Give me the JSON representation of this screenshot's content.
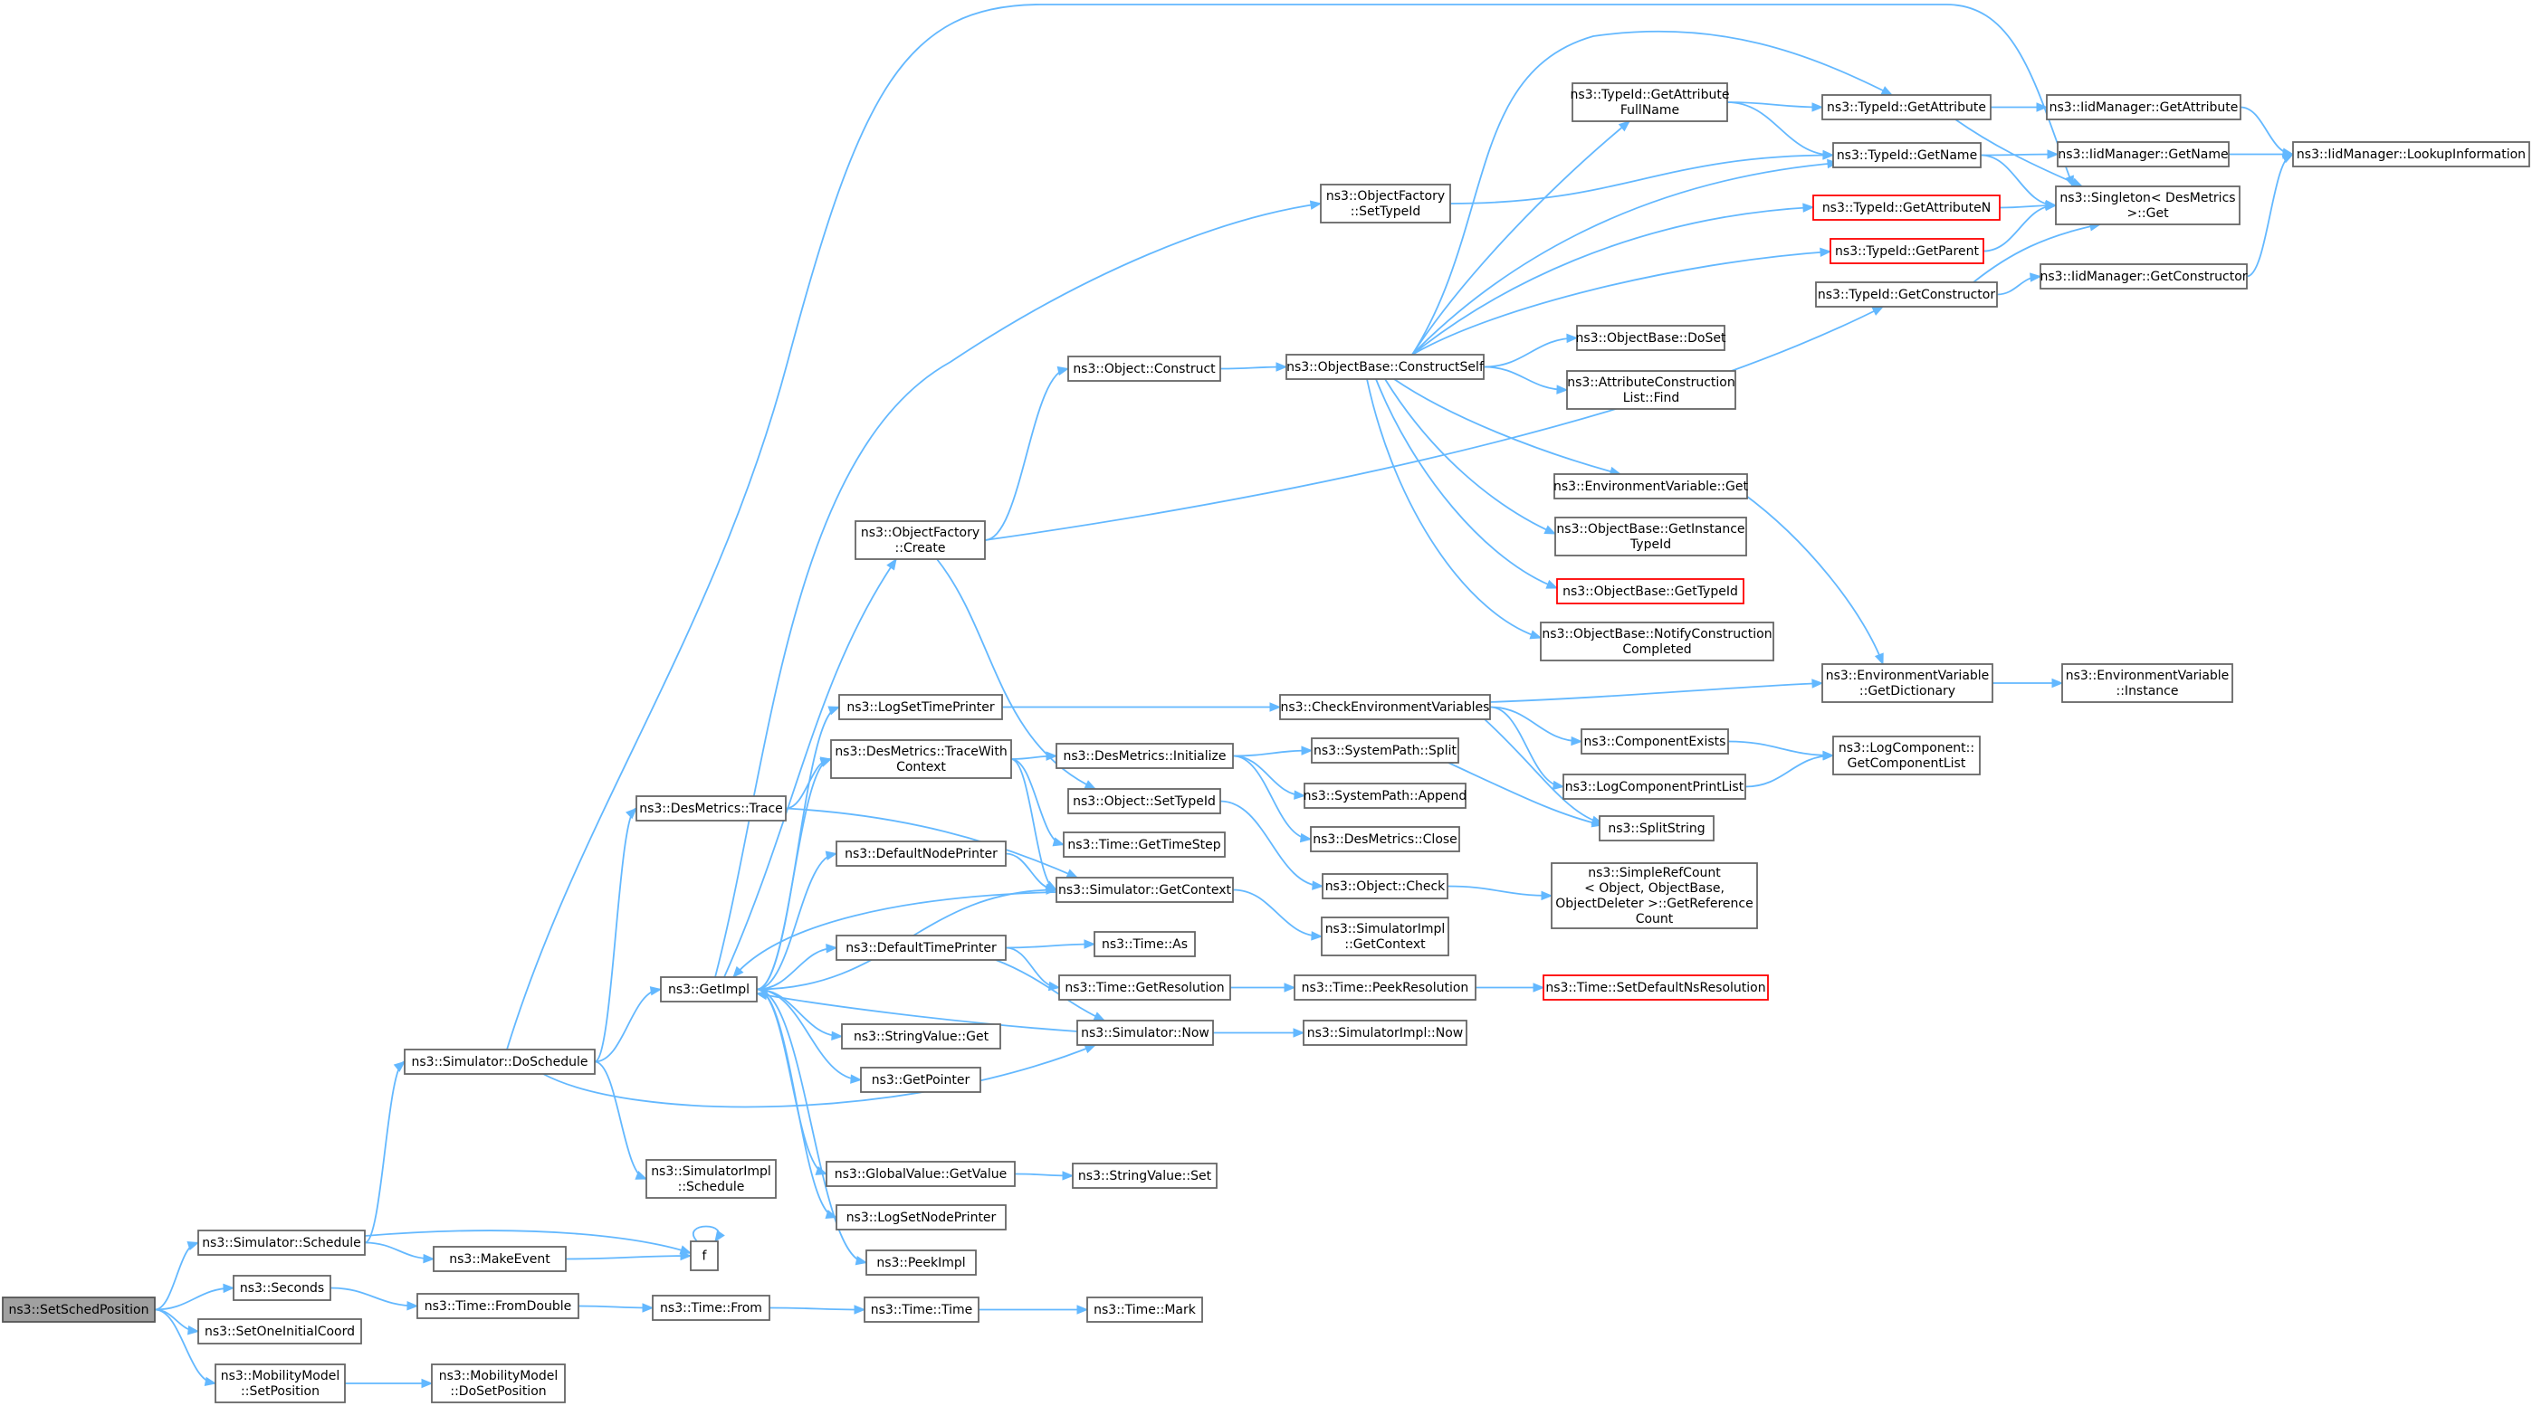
{
  "graph": {
    "nodes": [
      {
        "id": "root",
        "lines": [
          "ns3::SetSchedPosition"
        ],
        "style": "root"
      },
      {
        "id": "sim_schedule",
        "lines": [
          "ns3::Simulator::Schedule"
        ]
      },
      {
        "id": "seconds",
        "lines": [
          "ns3::Seconds"
        ]
      },
      {
        "id": "setoneinitialcoord",
        "lines": [
          "ns3::SetOneInitialCoord"
        ]
      },
      {
        "id": "mm_setposition",
        "lines": [
          "ns3::MobilityModel",
          "::SetPosition"
        ]
      },
      {
        "id": "sim_doschedule",
        "lines": [
          "ns3::Simulator::DoSchedule"
        ]
      },
      {
        "id": "makeevent",
        "lines": [
          "ns3::MakeEvent"
        ]
      },
      {
        "id": "f",
        "lines": [
          "f"
        ]
      },
      {
        "id": "time_fromdouble",
        "lines": [
          "ns3::Time::FromDouble"
        ]
      },
      {
        "id": "mm_dosetposition",
        "lines": [
          "ns3::MobilityModel",
          "::DoSetPosition"
        ]
      },
      {
        "id": "desmetrics_trace",
        "lines": [
          "ns3::DesMetrics::Trace"
        ]
      },
      {
        "id": "getimpl",
        "lines": [
          "ns3::GetImpl"
        ]
      },
      {
        "id": "simimpl_schedule",
        "lines": [
          "ns3::SimulatorImpl",
          "::Schedule"
        ]
      },
      {
        "id": "time_from",
        "lines": [
          "ns3::Time::From"
        ]
      },
      {
        "id": "objfactory_create",
        "lines": [
          "ns3::ObjectFactory",
          "::Create"
        ]
      },
      {
        "id": "logsettimeprinter",
        "lines": [
          "ns3::LogSetTimePrinter"
        ]
      },
      {
        "id": "desmetrics_tracewithcontext",
        "lines": [
          "ns3::DesMetrics::TraceWith",
          "Context"
        ]
      },
      {
        "id": "defaultnodeprinter",
        "lines": [
          "ns3::DefaultNodePrinter"
        ]
      },
      {
        "id": "defaulttimeprinter",
        "lines": [
          "ns3::DefaultTimePrinter"
        ]
      },
      {
        "id": "stringvalue_get",
        "lines": [
          "ns3::StringValue::Get"
        ]
      },
      {
        "id": "getpointer",
        "lines": [
          "ns3::GetPointer"
        ]
      },
      {
        "id": "globalvalue_getvalue",
        "lines": [
          "ns3::GlobalValue::GetValue"
        ]
      },
      {
        "id": "logsetnodeprinter",
        "lines": [
          "ns3::LogSetNodePrinter"
        ]
      },
      {
        "id": "peekimpl",
        "lines": [
          "ns3::PeekImpl"
        ]
      },
      {
        "id": "time_time",
        "lines": [
          "ns3::Time::Time"
        ]
      },
      {
        "id": "objfactory_settypeid",
        "lines": [
          "ns3::ObjectFactory",
          "::SetTypeId"
        ]
      },
      {
        "id": "object_construct",
        "lines": [
          "ns3::Object::Construct"
        ]
      },
      {
        "id": "desmetrics_initialize",
        "lines": [
          "ns3::DesMetrics::Initialize"
        ]
      },
      {
        "id": "object_settypeid",
        "lines": [
          "ns3::Object::SetTypeId"
        ]
      },
      {
        "id": "time_gettimestep",
        "lines": [
          "ns3::Time::GetTimeStep"
        ]
      },
      {
        "id": "sim_getcontext",
        "lines": [
          "ns3::Simulator::GetContext"
        ]
      },
      {
        "id": "time_as",
        "lines": [
          "ns3::Time::As"
        ]
      },
      {
        "id": "time_getresolution",
        "lines": [
          "ns3::Time::GetResolution"
        ]
      },
      {
        "id": "sim_now",
        "lines": [
          "ns3::Simulator::Now"
        ]
      },
      {
        "id": "stringvalue_set",
        "lines": [
          "ns3::StringValue::Set"
        ]
      },
      {
        "id": "time_mark",
        "lines": [
          "ns3::Time::Mark"
        ]
      },
      {
        "id": "objectbase_constructself",
        "lines": [
          "ns3::ObjectBase::ConstructSelf"
        ]
      },
      {
        "id": "checkenvvars",
        "lines": [
          "ns3::CheckEnvironmentVariables"
        ]
      },
      {
        "id": "systempath_split",
        "lines": [
          "ns3::SystemPath::Split"
        ]
      },
      {
        "id": "systempath_append",
        "lines": [
          "ns3::SystemPath::Append"
        ]
      },
      {
        "id": "desmetrics_close",
        "lines": [
          "ns3::DesMetrics::Close"
        ]
      },
      {
        "id": "object_check",
        "lines": [
          "ns3::Object::Check"
        ]
      },
      {
        "id": "simimpl_getcontext",
        "lines": [
          "ns3::SimulatorImpl",
          "::GetContext"
        ]
      },
      {
        "id": "time_peekresolution",
        "lines": [
          "ns3::Time::PeekResolution"
        ]
      },
      {
        "id": "simimpl_now",
        "lines": [
          "ns3::SimulatorImpl::Now"
        ]
      },
      {
        "id": "typeid_getattributefullname",
        "lines": [
          "ns3::TypeId::GetAttribute",
          "FullName"
        ]
      },
      {
        "id": "objectbase_doset",
        "lines": [
          "ns3::ObjectBase::DoSet"
        ]
      },
      {
        "id": "attrconstructionlist_find",
        "lines": [
          "ns3::AttributeConstruction",
          "List::Find"
        ]
      },
      {
        "id": "envvar_get",
        "lines": [
          "ns3::EnvironmentVariable::Get"
        ]
      },
      {
        "id": "objectbase_getinstancetypeid",
        "lines": [
          "ns3::ObjectBase::GetInstance",
          "TypeId"
        ]
      },
      {
        "id": "objectbase_gettypeid",
        "lines": [
          "ns3::ObjectBase::GetTypeId"
        ],
        "style": "red"
      },
      {
        "id": "objectbase_notifyconstructioncompleted",
        "lines": [
          "ns3::ObjectBase::NotifyConstruction",
          "Completed"
        ]
      },
      {
        "id": "componentexists",
        "lines": [
          "ns3::ComponentExists"
        ]
      },
      {
        "id": "logcomponentprintlist",
        "lines": [
          "ns3::LogComponentPrintList"
        ]
      },
      {
        "id": "splitstring",
        "lines": [
          "ns3::SplitString"
        ]
      },
      {
        "id": "simplerefcount_getreferencecount",
        "lines": [
          "ns3::SimpleRefCount",
          "< Object, ObjectBase,",
          "ObjectDeleter >::GetReference",
          "Count"
        ]
      },
      {
        "id": "time_setdefaultnsresolution",
        "lines": [
          "ns3::Time::SetDefaultNsResolution"
        ],
        "style": "red"
      },
      {
        "id": "typeid_getattribute",
        "lines": [
          "ns3::TypeId::GetAttribute"
        ]
      },
      {
        "id": "typeid_getname",
        "lines": [
          "ns3::TypeId::GetName"
        ]
      },
      {
        "id": "typeid_getattributen",
        "lines": [
          "ns3::TypeId::GetAttributeN"
        ],
        "style": "red"
      },
      {
        "id": "typeid_getparent",
        "lines": [
          "ns3::TypeId::GetParent"
        ],
        "style": "red"
      },
      {
        "id": "typeid_getconstructor",
        "lines": [
          "ns3::TypeId::GetConstructor"
        ]
      },
      {
        "id": "envvar_getdictionary",
        "lines": [
          "ns3::EnvironmentVariable",
          "::GetDictionary"
        ]
      },
      {
        "id": "logcomponent_getcomponentlist",
        "lines": [
          "ns3::LogComponent::",
          "GetComponentList"
        ]
      },
      {
        "id": "iidmanager_getattribute",
        "lines": [
          "ns3::IidManager::GetAttribute"
        ]
      },
      {
        "id": "iidmanager_getname",
        "lines": [
          "ns3::IidManager::GetName"
        ]
      },
      {
        "id": "singleton_get",
        "lines": [
          "ns3::Singleton< DesMetrics",
          ">::Get"
        ]
      },
      {
        "id": "iidmanager_getconstructor",
        "lines": [
          "ns3::IidManager::GetConstructor"
        ]
      },
      {
        "id": "envvar_instance",
        "lines": [
          "ns3::EnvironmentVariable",
          "::Instance"
        ]
      },
      {
        "id": "iidmanager_lookupinformation",
        "lines": [
          "ns3::IidManager::LookupInformation"
        ]
      }
    ],
    "edges": [
      [
        "root",
        "sim_schedule"
      ],
      [
        "root",
        "seconds"
      ],
      [
        "root",
        "setoneinitialcoord"
      ],
      [
        "root",
        "mm_setposition"
      ],
      [
        "sim_schedule",
        "sim_doschedule"
      ],
      [
        "sim_schedule",
        "makeevent"
      ],
      [
        "sim_schedule",
        "f"
      ],
      [
        "seconds",
        "time_fromdouble"
      ],
      [
        "mm_setposition",
        "mm_dosetposition"
      ],
      [
        "sim_doschedule",
        "desmetrics_trace"
      ],
      [
        "sim_doschedule",
        "getimpl"
      ],
      [
        "sim_doschedule",
        "simimpl_schedule"
      ],
      [
        "sim_doschedule",
        "sim_now"
      ],
      [
        "sim_doschedule",
        "singleton_get"
      ],
      [
        "makeevent",
        "f"
      ],
      [
        "f",
        "f"
      ],
      [
        "time_fromdouble",
        "time_from"
      ],
      [
        "desmetrics_trace",
        "desmetrics_tracewithcontext"
      ],
      [
        "desmetrics_trace",
        "sim_getcontext"
      ],
      [
        "getimpl",
        "objfactory_create"
      ],
      [
        "getimpl",
        "logsettimeprinter"
      ],
      [
        "getimpl",
        "desmetrics_tracewithcontext"
      ],
      [
        "getimpl",
        "defaultnodeprinter"
      ],
      [
        "getimpl",
        "defaulttimeprinter"
      ],
      [
        "getimpl",
        "stringvalue_get"
      ],
      [
        "getimpl",
        "getpointer"
      ],
      [
        "getimpl",
        "globalvalue_getvalue"
      ],
      [
        "getimpl",
        "logsetnodeprinter"
      ],
      [
        "getimpl",
        "peekimpl"
      ],
      [
        "getimpl",
        "objfactory_settypeid"
      ],
      [
        "getimpl",
        "sim_getcontext"
      ],
      [
        "time_from",
        "time_time"
      ],
      [
        "time_time",
        "time_mark"
      ],
      [
        "objfactory_create",
        "object_construct"
      ],
      [
        "objfactory_create",
        "object_settypeid"
      ],
      [
        "objfactory_create",
        "typeid_getconstructor"
      ],
      [
        "logsettimeprinter",
        "checkenvvars"
      ],
      [
        "desmetrics_tracewithcontext",
        "desmetrics_initialize"
      ],
      [
        "desmetrics_tracewithcontext",
        "time_gettimestep"
      ],
      [
        "desmetrics_tracewithcontext",
        "sim_getcontext"
      ],
      [
        "defaultnodeprinter",
        "sim_getcontext"
      ],
      [
        "defaulttimeprinter",
        "time_as"
      ],
      [
        "defaulttimeprinter",
        "time_getresolution"
      ],
      [
        "defaulttimeprinter",
        "sim_now"
      ],
      [
        "globalvalue_getvalue",
        "stringvalue_set"
      ],
      [
        "objfactory_settypeid",
        "typeid_getname"
      ],
      [
        "object_construct",
        "objectbase_constructself"
      ],
      [
        "desmetrics_initialize",
        "systempath_split"
      ],
      [
        "desmetrics_initialize",
        "systempath_append"
      ],
      [
        "desmetrics_initialize",
        "desmetrics_close"
      ],
      [
        "object_settypeid",
        "object_check"
      ],
      [
        "sim_getcontext",
        "getimpl"
      ],
      [
        "sim_getcontext",
        "simimpl_getcontext"
      ],
      [
        "time_getresolution",
        "time_peekresolution"
      ],
      [
        "sim_now",
        "getimpl"
      ],
      [
        "sim_now",
        "simimpl_now"
      ],
      [
        "objectbase_constructself",
        "typeid_getattributefullname"
      ],
      [
        "objectbase_constructself",
        "objectbase_doset"
      ],
      [
        "objectbase_constructself",
        "attrconstructionlist_find"
      ],
      [
        "objectbase_constructself",
        "envvar_get"
      ],
      [
        "objectbase_constructself",
        "objectbase_getinstancetypeid"
      ],
      [
        "objectbase_constructself",
        "objectbase_gettypeid"
      ],
      [
        "objectbase_constructself",
        "objectbase_notifyconstructioncompleted"
      ],
      [
        "objectbase_constructself",
        "typeid_getattribute"
      ],
      [
        "objectbase_constructself",
        "typeid_getname"
      ],
      [
        "objectbase_constructself",
        "typeid_getattributen"
      ],
      [
        "objectbase_constructself",
        "typeid_getparent"
      ],
      [
        "checkenvvars",
        "envvar_getdictionary"
      ],
      [
        "checkenvvars",
        "componentexists"
      ],
      [
        "checkenvvars",
        "logcomponentprintlist"
      ],
      [
        "checkenvvars",
        "splitstring"
      ],
      [
        "systempath_split",
        "splitstring"
      ],
      [
        "object_check",
        "simplerefcount_getreferencecount"
      ],
      [
        "time_peekresolution",
        "time_setdefaultnsresolution"
      ],
      [
        "typeid_getattributefullname",
        "typeid_getattribute"
      ],
      [
        "typeid_getattributefullname",
        "typeid_getname"
      ],
      [
        "envvar_get",
        "envvar_getdictionary"
      ],
      [
        "componentexists",
        "logcomponent_getcomponentlist"
      ],
      [
        "logcomponentprintlist",
        "logcomponent_getcomponentlist"
      ],
      [
        "typeid_getattribute",
        "iidmanager_getattribute"
      ],
      [
        "typeid_getattribute",
        "singleton_get"
      ],
      [
        "typeid_getname",
        "iidmanager_getname"
      ],
      [
        "typeid_getname",
        "singleton_get"
      ],
      [
        "typeid_getattributen",
        "singleton_get"
      ],
      [
        "typeid_getparent",
        "singleton_get"
      ],
      [
        "typeid_getconstructor",
        "iidmanager_getconstructor"
      ],
      [
        "typeid_getconstructor",
        "singleton_get"
      ],
      [
        "envvar_getdictionary",
        "envvar_instance"
      ],
      [
        "iidmanager_getattribute",
        "iidmanager_lookupinformation"
      ],
      [
        "iidmanager_getname",
        "iidmanager_lookupinformation"
      ],
      [
        "iidmanager_getconstructor",
        "iidmanager_lookupinformation"
      ]
    ]
  },
  "colors": {
    "edge": "#63b8ff",
    "node_border": "#666666",
    "root_fill": "#a0a0a0",
    "highlight_border": "#ff0000"
  }
}
